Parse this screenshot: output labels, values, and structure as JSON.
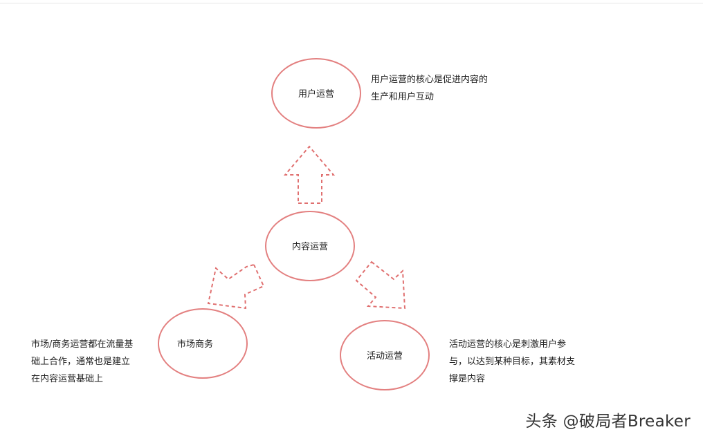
{
  "colors": {
    "ellipse_stroke": "#e38080",
    "arrow_stroke": "#e07070",
    "text": "#222222"
  },
  "nodes": {
    "user_ops": "用户运营",
    "content_ops": "内容运营",
    "market_ops": "市场商务",
    "activity_ops": "活动运营"
  },
  "notes": {
    "user_ops": [
      "用户运营的核心是促进内容的",
      "生产和用户互动"
    ],
    "market_ops": [
      "市场/商务运营都在流量基",
      "础上合作，通常也是建立",
      "在内容运营基础上"
    ],
    "activity_ops": [
      "活动运营的核心是刺激用户参",
      "与，以达到某种目标，其素材支",
      "撑是内容"
    ]
  },
  "watermark": "头条 @破局者Breaker"
}
